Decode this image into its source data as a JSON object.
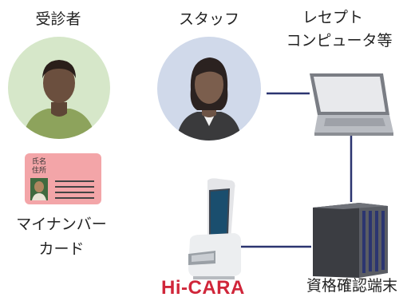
{
  "labels": {
    "patient": "受診者",
    "staff": "スタッフ",
    "receipt_pc_line1": "レセプト",
    "receipt_pc_line2": "コンピュータ等",
    "card_line1": "マイナンバー",
    "card_line2": "カード",
    "device_brand": "Hi-CARA",
    "terminal": "資格確認端末"
  },
  "card": {
    "name_field": "氏名",
    "address_field": "住所"
  },
  "colors": {
    "patient_bg": "#d6e7c9",
    "staff_bg": "#d0d9ea",
    "connector": "#2b3570",
    "card_bg": "#f3a5a8",
    "brand": "#d0263a"
  }
}
